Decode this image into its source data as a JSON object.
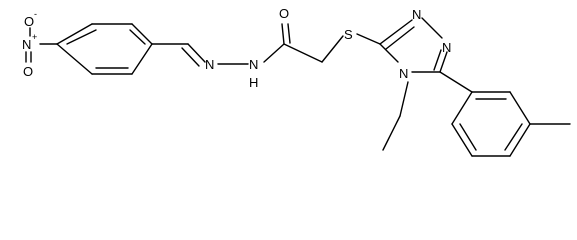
{
  "colors": {
    "bond": "#000000",
    "label": "#000000",
    "background": "#ffffff"
  },
  "atoms": {
    "nitro_n": "N",
    "nitro_n_charge": "+",
    "nitro_o_minus": "O",
    "nitro_o_minus_charge": "-",
    "nitro_o_double": "O",
    "hydrazone_n1": "N",
    "hydrazone_n2": "N",
    "nh_h": "H",
    "carbonyl_o": "O",
    "thioether_s": "S",
    "triazole_n1": "N",
    "triazole_n2": "N",
    "triazole_n4": "N"
  }
}
